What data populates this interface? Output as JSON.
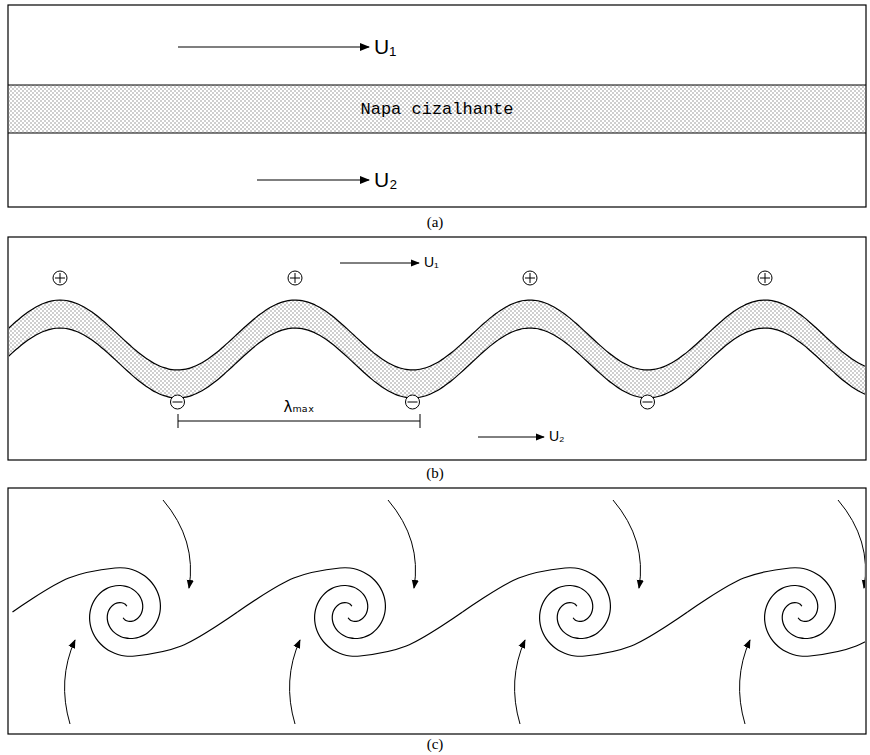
{
  "diagram": {
    "nodes": [
      {
        "text": [
          "Napa cizalhante"
        ]
      }
    ],
    "labels": [
      "U₁",
      "U₂",
      "(a)",
      "U₁",
      "λₘₐₓ",
      "U₂",
      "(b)",
      "(c)"
    ]
  }
}
